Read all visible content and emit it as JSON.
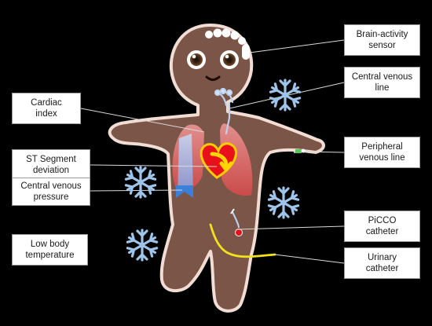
{
  "labels": {
    "brain_activity_sensor": [
      "Brain-activity",
      "sensor"
    ],
    "central_venous_line": [
      "Central venous",
      "line"
    ],
    "cardiac_index": [
      "Cardiac",
      "index"
    ],
    "peripheral_venous_line": [
      "Peripheral",
      "venous line"
    ],
    "st_segment_deviation": [
      "ST Segment",
      "deviation"
    ],
    "central_venous_pressure": [
      "Central venous",
      "pressure"
    ],
    "picco_catheter": [
      "PiCCO",
      "catheter"
    ],
    "low_body_temperature": [
      "Low body",
      "temperature"
    ],
    "urinary_catheter": [
      "Urinary",
      "catheter"
    ]
  },
  "colors": {
    "background": "#000000",
    "body": "#7b5548",
    "body_outline": "#f1ddd3",
    "heart": "#e8101a",
    "arrow": "#ffd400",
    "snowflake": "#9ec4ea",
    "lungs": "#e96a6a",
    "catheter": "#f2e21a"
  }
}
